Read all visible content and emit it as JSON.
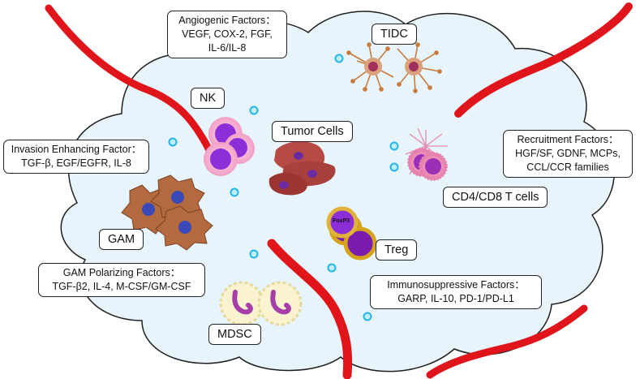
{
  "factors": {
    "angiogenic": {
      "title": "Angiogenic Factors：",
      "line1": "VEGF, COX-2, FGF,",
      "line2": "IL-6/IL-8"
    },
    "invasion": {
      "title": "Invasion Enhancing Factor：",
      "line1": "TGF-β, EGF/EGFR, IL-8"
    },
    "recruitment": {
      "title": "Recruitment Factors：",
      "line1": "HGF/SF, GDNF, MCPs,",
      "line2": "CCL/CCR families"
    },
    "gam_polarizing": {
      "title": "GAM Polarizing Factors：",
      "line1": "TGF-β2, IL-4, M-CSF/GM-CSF"
    },
    "immunosuppressive": {
      "title": "Immunosuppressive Factors：",
      "line1": "GARP, IL-10, PD-1/PD-L1"
    }
  },
  "cells": {
    "tidc": "TIDC",
    "nk": "NK",
    "tumor": "Tumor Cells",
    "cd4cd8": "CD4/CD8 T cells",
    "gam": "GAM",
    "treg": "Treg",
    "mdsc": "MDSC",
    "foxp3": "FoxP3"
  },
  "colors": {
    "background_cloud": "#e8f4fb",
    "vessel": "#e0151b",
    "dots": "#22b5e6",
    "nk": "#8c2fd8",
    "tumor": "#9b3532",
    "gam": "#b36a3e",
    "tcell": "#e985b5",
    "treg": "#d6a21c",
    "mdsc": "#a53ea8"
  }
}
